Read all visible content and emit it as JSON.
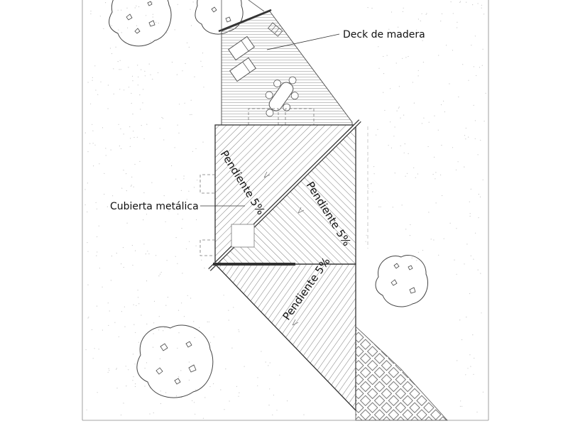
{
  "labels": {
    "deck": "Deck de madera",
    "roof": "Cubierta metálica",
    "slope_1": "Pendiente 5%",
    "slope_2": "Pendiente 5%",
    "slope_3": "Pendiente 5%"
  },
  "colors": {
    "line": "#333333",
    "hatch": "#444444",
    "deck_lines": "#9a9a9a",
    "stipple": "#c8c8c8",
    "paper": "#ffffff"
  },
  "icons": [
    "tree-icon",
    "lounge-chair-icon",
    "dining-table-icon"
  ]
}
